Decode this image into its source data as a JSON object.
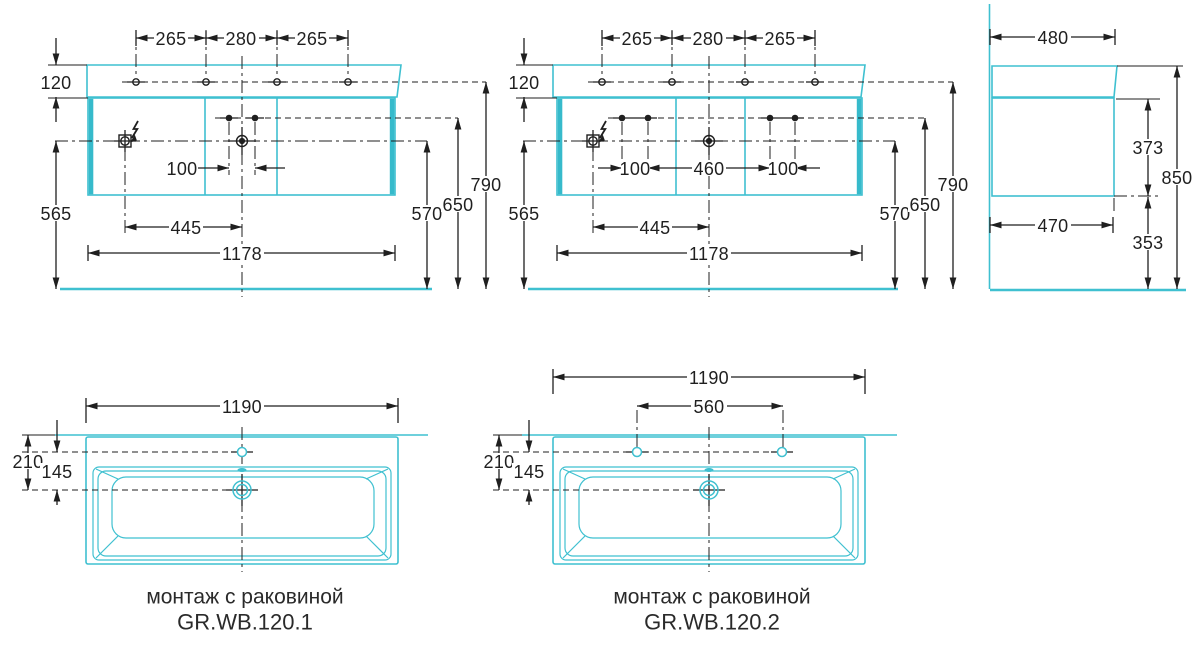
{
  "colors": {
    "cyan": "#3fc0d0",
    "cyan_thick": "#36bacb",
    "line": "#1f1f1f",
    "text": "#2a2a2a"
  },
  "views": {
    "front_single": {
      "top_dims": [
        "265",
        "280",
        "265"
      ],
      "apron_height": "120",
      "socket_height": "565",
      "drain_offset": "100",
      "socket_to_center": "445",
      "cabinet_width": "1178",
      "h_570": "570",
      "h_650": "650",
      "h_790": "790"
    },
    "front_double": {
      "top_dims": [
        "265",
        "280",
        "265"
      ],
      "apron_height": "120",
      "socket_height": "565",
      "left_pair": "100",
      "pair_spacing": "460",
      "right_pair": "100",
      "socket_to_center": "445",
      "cabinet_width": "1178",
      "h_570": "570",
      "h_650": "650",
      "h_790": "790"
    },
    "side": {
      "depth_top": "480",
      "h_373": "373",
      "h_850": "850",
      "depth_bottom": "470",
      "h_353": "353"
    },
    "plan_single": {
      "width": "1190",
      "d_210": "210",
      "d_145": "145",
      "caption": "монтаж с раковиной",
      "model": "GR.WB.120.1"
    },
    "plan_double": {
      "width": "1190",
      "faucet_spacing": "560",
      "d_210": "210",
      "d_145": "145",
      "caption": "монтаж с раковиной",
      "model": "GR.WB.120.2"
    }
  }
}
